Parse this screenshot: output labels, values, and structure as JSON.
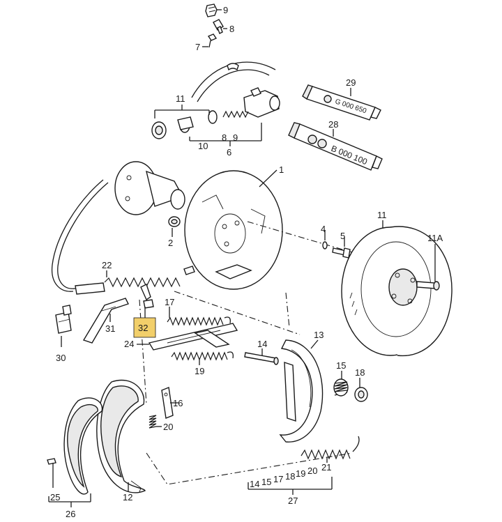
{
  "diagram": {
    "highlighted_callout": "32",
    "callouts": {
      "c1": "1",
      "c2": "2",
      "c4": "4",
      "c5": "5",
      "c6": "6",
      "c7": "7",
      "c8": "8",
      "c9": "9",
      "c8b": "8",
      "c9b": "9",
      "c10": "10",
      "c11a": "11",
      "c11b": "11",
      "c11A": "11A",
      "c12": "12",
      "c13": "13",
      "c14": "14",
      "c14b": "14",
      "c15": "15",
      "c15b": "15",
      "c16": "16",
      "c17": "17",
      "c17b": "17",
      "c18": "18",
      "c18b": "18",
      "c19": "19",
      "c19b": "19",
      "c20": "20",
      "c20b": "20",
      "c21": "21",
      "c22": "22",
      "c24": "24",
      "c25": "25",
      "c26": "26",
      "c27": "27",
      "c28": "28",
      "c29": "29",
      "c30": "30",
      "c31": "31",
      "c32": "32"
    },
    "tube_text": {
      "t29": "G 000 650",
      "t28": "B 000 100"
    }
  }
}
